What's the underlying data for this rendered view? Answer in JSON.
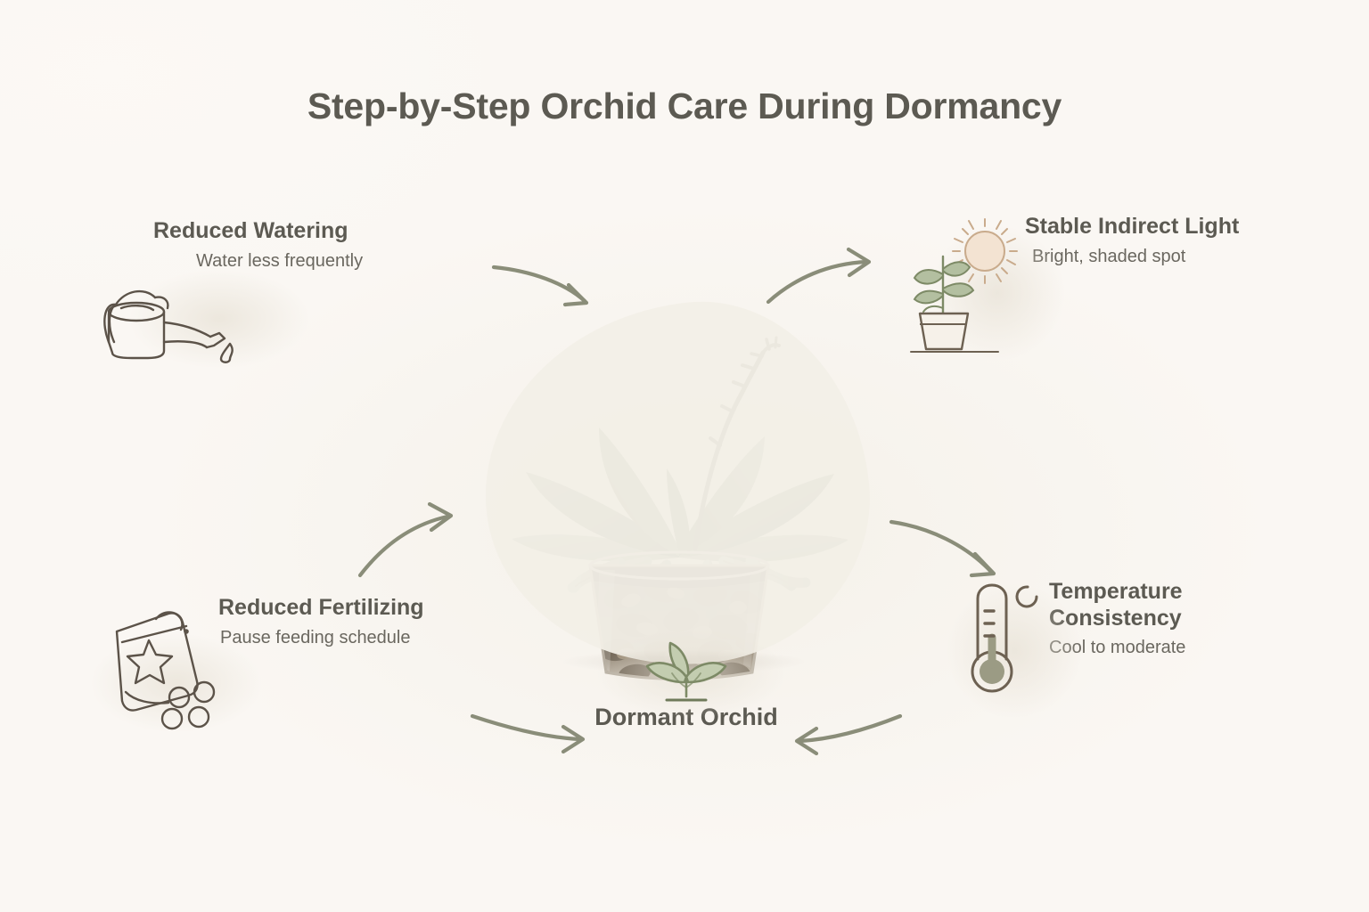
{
  "page": {
    "title": "Step-by-Step Orchid Care During Dormancy",
    "background_color": "#faf7f3",
    "heading_color": "#5c5a52",
    "body_text_color": "#6a675f",
    "arrow_color": "#8a8d79",
    "accent_green": "#9aa487",
    "accent_beige": "#efe2d2"
  },
  "center": {
    "label": "Dormant Orchid",
    "icon": "sprout-icon",
    "photo_alt": "dormant phalaenopsis orchid in clear plastic pot with bark and gravel, bare flower spike, aerial roots",
    "blob_color": "#f2efe7"
  },
  "steps": [
    {
      "id": "watering",
      "title": "Reduced Watering",
      "subtitle": "Water less frequently",
      "icon": "watering-can-icon",
      "position": "top-left"
    },
    {
      "id": "light",
      "title": "Stable Indirect Light",
      "subtitle": "Bright, shaded spot",
      "icon": "sun-and-potted-plant-icon",
      "position": "top-right"
    },
    {
      "id": "fertilizing",
      "title": "Reduced Fertilizing",
      "subtitle": "Pause feeding schedule",
      "icon": "fertilizer-bag-icon",
      "position": "bottom-left"
    },
    {
      "id": "temperature",
      "title": "Temperature\nConsistency",
      "subtitle": "Cool to moderate",
      "icon": "thermometer-icon",
      "position": "bottom-right"
    }
  ],
  "arrows": [
    {
      "id": "watering-to-center",
      "from": "watering",
      "to": "center",
      "direction": "down-right"
    },
    {
      "id": "center-to-light",
      "from": "center",
      "to": "light",
      "direction": "up-right"
    },
    {
      "id": "fertilizing-to-center",
      "from": "fertilizing",
      "to": "center",
      "direction": "up-right"
    },
    {
      "id": "center-to-temperature",
      "from": "center",
      "to": "temperature",
      "direction": "down-right"
    },
    {
      "id": "fertilizing-to-dormant",
      "from": "fertilizing",
      "to": "dormant",
      "direction": "right"
    },
    {
      "id": "temperature-to-dormant",
      "from": "temperature",
      "to": "dormant",
      "direction": "left"
    }
  ]
}
